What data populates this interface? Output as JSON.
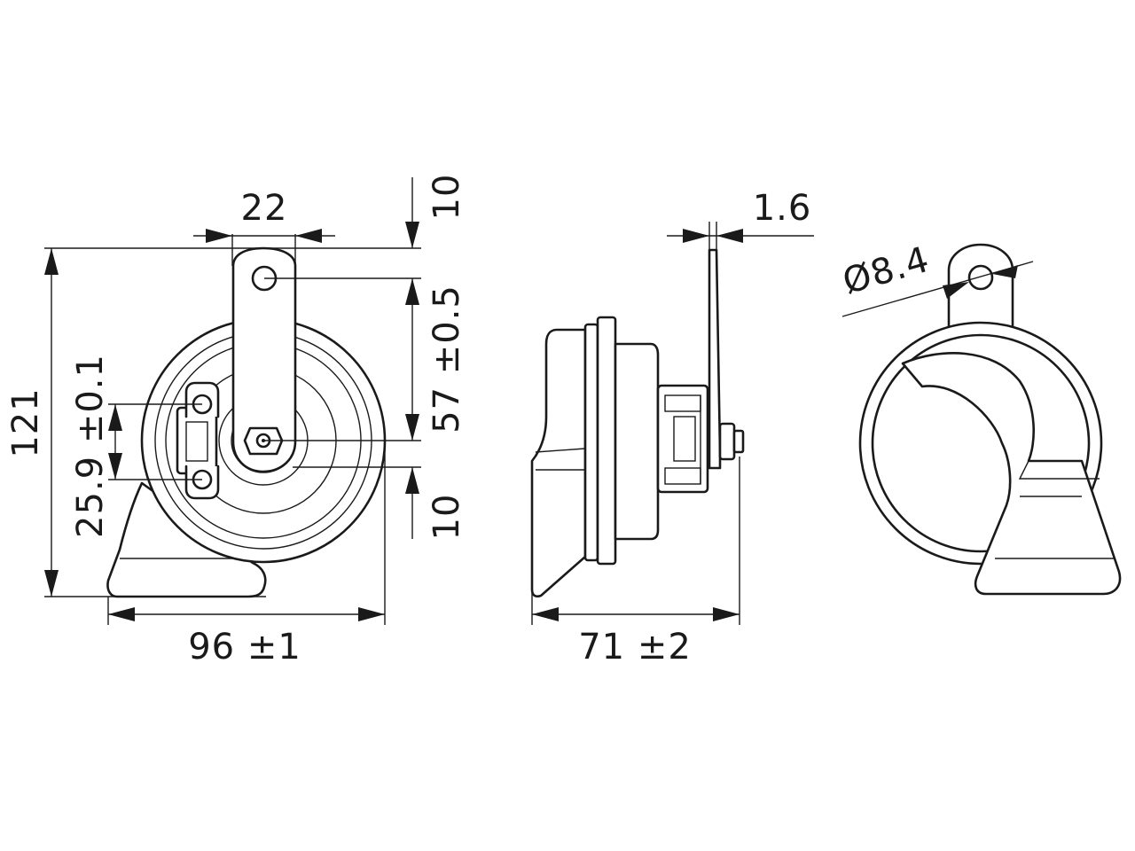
{
  "dimensions": {
    "width_stud_spacing": "22",
    "top_offset": "10",
    "mount_to_center": "57 ±0.5",
    "bottom_offset": "10",
    "overall_height": "121",
    "terminal_spacing": "25.9 ±0.1",
    "overall_width": "96 ±1",
    "bracket_thickness": "1.6",
    "overall_depth": "71 ±2",
    "mount_hole_diameter": "Ø8.4"
  }
}
